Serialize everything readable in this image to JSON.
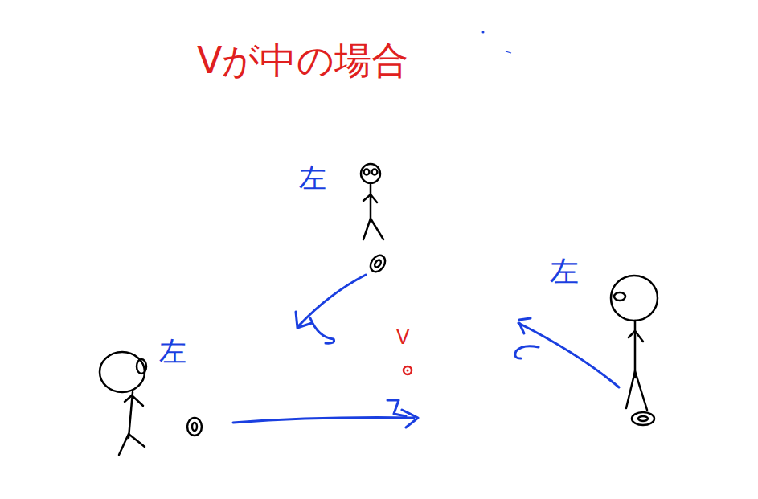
{
  "diagram": {
    "title": "Vが中の場合",
    "labels": [
      "左",
      "左",
      "左",
      "V"
    ]
  }
}
